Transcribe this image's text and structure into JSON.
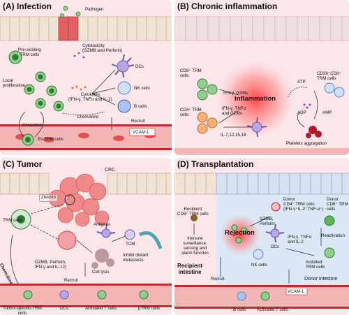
{
  "panelA": {
    "title": "(A) Infection",
    "pathogen": "Pathogen",
    "preexisting": [
      "Pre-existing",
      "TRM cells"
    ],
    "cytotoxicity": [
      "Cytotoxicity",
      "(GZMB and Perforin)"
    ],
    "dcs": "DCs",
    "local": [
      "Local",
      "proliferation"
    ],
    "cytokines": [
      "Cytokines",
      "(IFN-γ, TNFα and IL-2)"
    ],
    "nk": "NK cells",
    "b": "B cells",
    "chemokine": "Chemokine",
    "circulation": "Circulation",
    "recruit": "Recruit",
    "vcam": "VCAM-1",
    "extrm": "Ex-TRM cells"
  },
  "panelB": {
    "title": "(B) Chronic inflammation",
    "cd8": [
      "CD8⁺ TRM",
      "cells"
    ],
    "ifn_gzm": "IFN-γ, GZMs",
    "cd39": [
      "CD39⁺CD8⁺",
      "TRM cells"
    ],
    "atp": "ATP",
    "inflammation": "Inflammation",
    "cd4": [
      "CD4⁺ TRM",
      "cells"
    ],
    "ifn_tnf": [
      "IFN-γ, TNFα",
      "and GZMs"
    ],
    "adp": "ADP",
    "amp": "AMP",
    "il": "IL-7,12,15,18",
    "platelets": "Platelets aggregation"
  },
  "panelC": {
    "title": "(C) Tumor",
    "crc": "CRC",
    "znf": "ZNF683",
    "trm": "TRM cells",
    "antigens": "Antigens",
    "tcm": "TCM",
    "chemokine": "Chemokine",
    "gzmb": [
      "GZMB, Perforin,",
      "IFN-γ and IL-12)"
    ],
    "lysis": "Cell lysis",
    "inhibit": [
      "Inhibit distant",
      "metastasis"
    ],
    "recruit": "Recruit",
    "tumor_specific": [
      "Tumor-specific-TRM",
      "cells"
    ],
    "dcs": "DCs",
    "activated": "Activated T cells",
    "ptrm": "pTRM cells"
  },
  "panelD": {
    "title": "(D) Transplantation",
    "recipient_cd8": [
      "Recipient",
      "CD8⁺ TRM cells"
    ],
    "donor_cd4": [
      "Donor",
      "CD4⁺ TRM cells",
      "(IFN-γ⁺IL-2⁺TNF-α⁺)"
    ],
    "donor_cd8": [
      "Donor",
      "CD8⁺ TRM",
      "cells"
    ],
    "gzmb": [
      "GZMB,",
      "Perforin"
    ],
    "reactivation": "Reactivation",
    "rejection": "Rejection",
    "immune": [
      "Immune",
      "surveillance,",
      "sensing and",
      "alarm function"
    ],
    "ifn": [
      "IFN-γ, TNFα",
      "and IL-2"
    ],
    "activated_trm": [
      "Activited",
      "TRM cells"
    ],
    "dcs": "DCs",
    "recipient_int": [
      "Recipient",
      "intestine"
    ],
    "nk": "NK cells",
    "donor_int": "Donor intestine",
    "recruit": "Recruit",
    "vcam": "VCAM-1",
    "b": "B cells",
    "activated_t": "Activated T cells"
  }
}
